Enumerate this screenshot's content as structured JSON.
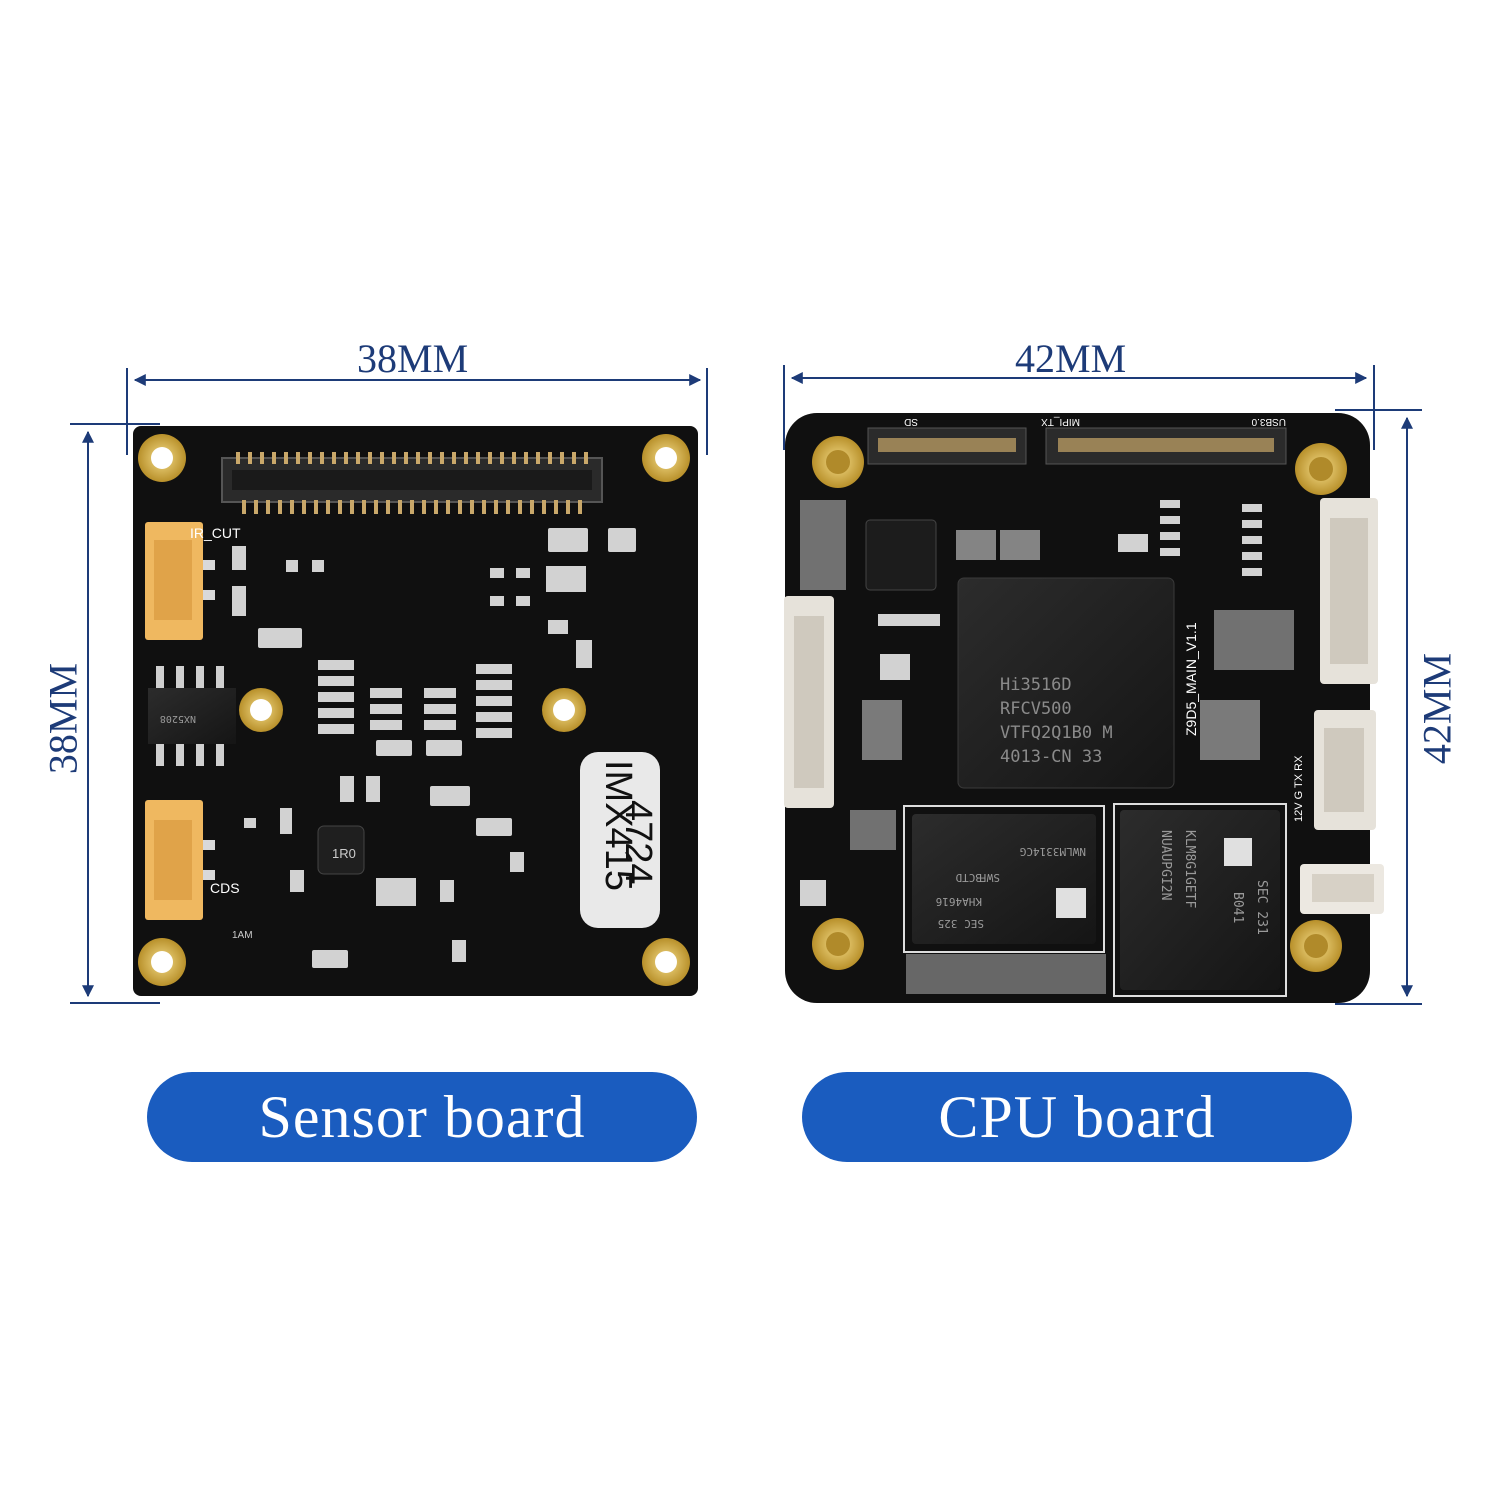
{
  "colors": {
    "accent": "#1a5cbf",
    "dimension": "#1d3b78",
    "pcb": "#111111",
    "connector": "#efb860",
    "gold": "#c9a227"
  },
  "dimensions": {
    "sensor_width": "38MM",
    "sensor_height": "38MM",
    "cpu_width": "42MM",
    "cpu_height": "42MM"
  },
  "labels": {
    "sensor_board": "Sensor board",
    "cpu_board": "CPU board"
  },
  "sensor_silkscreen": {
    "ir_cut": "IR_CUT",
    "cds": "CDS",
    "sticker_line1": "IMX415",
    "sticker_line2": "4724",
    "inductor": "1R0",
    "ic_mark": "NX5208",
    "small": "1AM"
  },
  "cpu_silkscreen": {
    "soc_line1": "Hi3516D",
    "soc_line2": "RFCV500",
    "soc_line3": "VTFQ2Q1B0 M",
    "soc_line4": "4013-CN   33",
    "board_name": "Z9D5_MAIN_V1.1",
    "ram_line1": "NWLM3314CG",
    "ram_line2": "BCTD",
    "ram_line3": "KHA4616",
    "ram_line4": "SWF",
    "ram_line5": "SEC 325",
    "emmc_line1": "KLM8G1GETF",
    "emmc_line2": "NUAUPGI2N",
    "emmc_line3": "SEC 231",
    "emmc_line4": "B041",
    "sd": "SD",
    "mipi_tx": "MIPI_TX",
    "usb": "USB3.0",
    "uart": "12V G TX RX"
  }
}
